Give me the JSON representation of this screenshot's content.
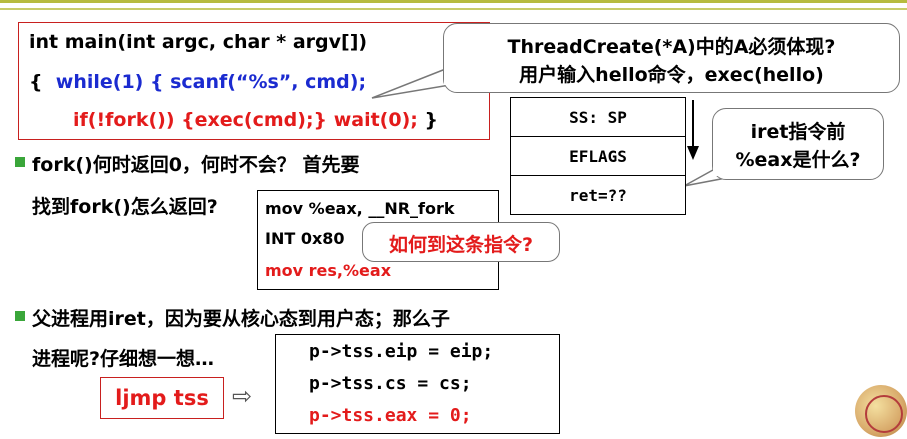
{
  "code_main": {
    "line1": "int main(int argc, char * argv[])",
    "line2_brace": "{",
    "line2_code": "while(1)  { scanf(“%s”, cmd);",
    "line3_code": "if(!fork()) {exec(cmd);}  wait(0);",
    "line3_brace": "}"
  },
  "callout_top": {
    "line1": "ThreadCreate(*A)中的A必须体现?",
    "line2": "用户输入hello命令，exec(hello)"
  },
  "stack": {
    "cells": [
      "SS: SP",
      "EFLAGS",
      "ret=??"
    ]
  },
  "callout_iret": {
    "line1": "iret指令前",
    "line2": "%eax是什么?"
  },
  "bullet1": {
    "line1": "fork()何时返回0，何时不会？ 首先要",
    "line2": "找到fork()怎么返回?"
  },
  "asm": {
    "line1": "mov  %eax, __NR_fork",
    "line2": "INT 0x80",
    "line3": "mov res,%eax"
  },
  "callout_asm": {
    "text": "如何到这条指令?"
  },
  "bullet2": {
    "line1": "父进程用iret，因为要从核心态到用户态；那么子",
    "line2": "进程呢?仔细想一想…"
  },
  "ljmp": {
    "label": "ljmp tss",
    "arrow": "⇨"
  },
  "tss": {
    "line1": "p->tss.eip = eip;",
    "line2": "p->tss.cs = cs;",
    "line3": "p->tss.eax = 0;"
  },
  "colors": {
    "accent_red": "#e31b1b",
    "accent_blue": "#1b2bd0",
    "bullet_green": "#3aa63a",
    "top_bar": "#b7bb3f"
  }
}
